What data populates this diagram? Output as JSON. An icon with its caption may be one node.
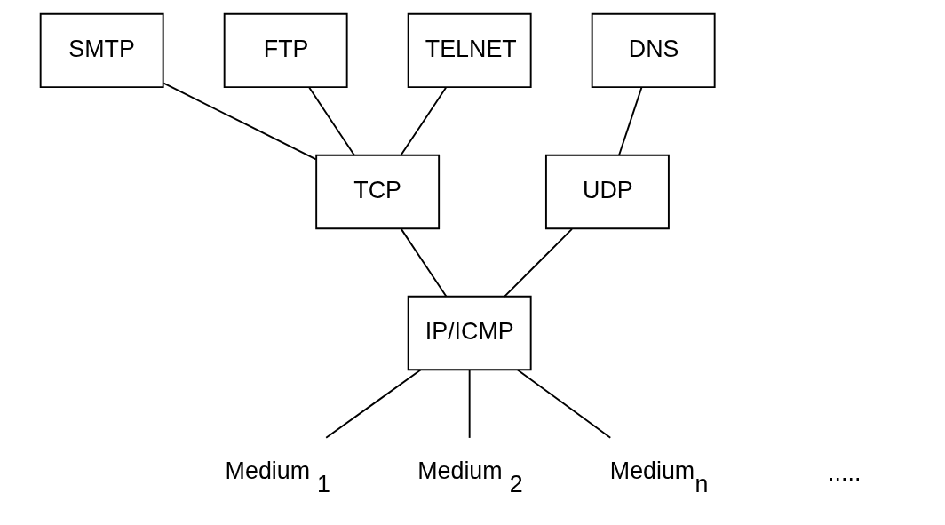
{
  "diagram": {
    "nodes": [
      {
        "text": [
          "SMTP"
        ]
      },
      {
        "text": [
          "FTP"
        ]
      },
      {
        "text": [
          "TELNET"
        ]
      },
      {
        "text": [
          "DNS"
        ]
      },
      {
        "text": [
          "TCP"
        ]
      },
      {
        "text": [
          "UDP"
        ]
      },
      {
        "text": [
          "IP/ICMP"
        ]
      },
      {
        "text": [
          "Medium $_{1}$"
        ]
      },
      {
        "text": [
          "Medium $_{2}$"
        ]
      },
      {
        "text": [
          "Medium$_{n}$"
        ]
      }
    ],
    "edges": [
      {
        "from": 0,
        "to": 4,
        "arrow": "none"
      },
      {
        "from": 1,
        "to": 4,
        "arrow": "none"
      },
      {
        "from": 2,
        "to": 4,
        "arrow": "none"
      },
      {
        "from": 3,
        "to": 5,
        "arrow": "none"
      },
      {
        "from": 4,
        "to": 6,
        "arrow": "none"
      },
      {
        "from": 5,
        "to": 6,
        "arrow": "none"
      },
      {
        "from": 6,
        "to": 7,
        "arrow": "none"
      },
      {
        "from": 6,
        "to": 8,
        "arrow": "none"
      },
      {
        "from": 6,
        "to": 9,
        "arrow": "none"
      }
    ],
    "labels": [
      "....."
    ]
  }
}
